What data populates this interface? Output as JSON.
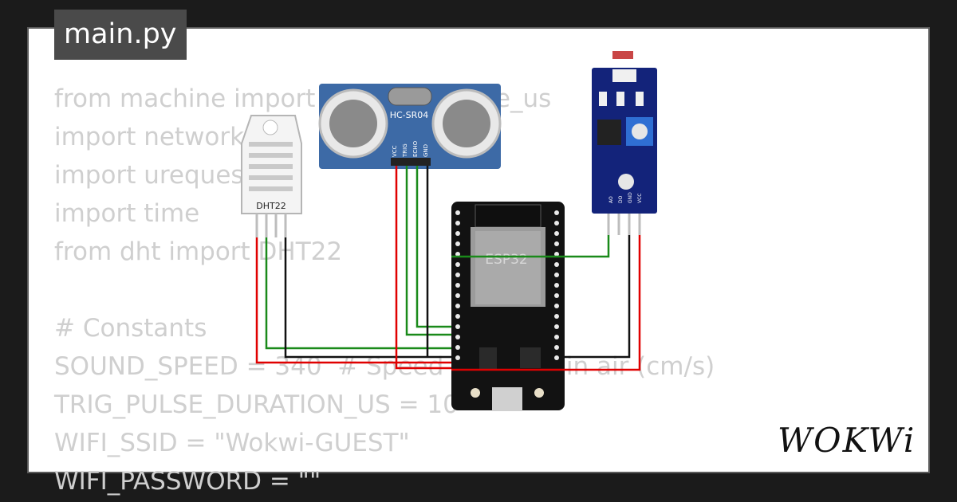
{
  "file_tab": "main.py",
  "code_lines": [
    "from machine import Pin, time_pulse_us",
    "import network",
    "import urequests",
    "import time",
    "from dht import DHT22",
    "",
    "# Constants",
    "SOUND_SPEED = 340  # Speed of sound in air (cm/s)",
    "TRIG_PULSE_DURATION_US = 10",
    "WIFI_SSID = \"Wokwi-GUEST\"",
    "WIFI_PASSWORD = \"\""
  ],
  "components": {
    "ultrasonic": {
      "label": "HC-SR04",
      "pins": [
        "VCC",
        "TRIG",
        "ECHO",
        "GND"
      ]
    },
    "dht": {
      "label": "DHT22"
    },
    "mcu": {
      "label": "ESP32"
    },
    "ldr": {
      "pins": [
        "AO",
        "DO",
        "GND",
        "VCC"
      ]
    }
  },
  "brand": "WOKWi",
  "colors": {
    "wire_red": "#e00000",
    "wire_green": "#1a8a1a",
    "wire_black": "#111111",
    "board_blue": "#3d6aa6",
    "esp_black": "#121212"
  }
}
